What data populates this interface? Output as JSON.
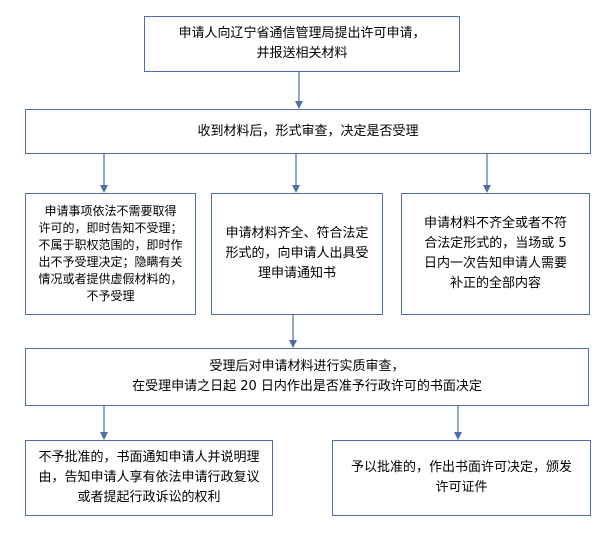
{
  "diagram": {
    "line_color": "#4f6fa5",
    "nodes": {
      "apply": {
        "lines": [
          "申请人向辽宁省通信管理局提出许可申请，",
          "并报送相关材料"
        ]
      },
      "review": {
        "lines": [
          "收到材料后，形式审查，决定是否受理"
        ]
      },
      "reject": {
        "lines": [
          "申请事项依法不需要取得",
          "许可的，即时告知不受理；",
          "不属于职权范围的，即时作",
          "出不予受理决定；隐瞒有关",
          "情况或者提供虚假材料的，",
          "不予受理"
        ]
      },
      "accept": {
        "lines": [
          "申请材料齐全、符合法定",
          "形式的，向申请人出具受",
          "理申请通知书"
        ]
      },
      "supplement": {
        "lines": [
          "申请材料不齐全或者不符",
          "合法定形式的，当场或 5",
          "日内一次告知申请人需要",
          "补正的全部内容"
        ]
      },
      "substantive": {
        "lines": [
          "受理后对申请材料进行实质审查，",
          "在受理申请之日起 20 日内作出是否准予行政许可的书面决定"
        ]
      },
      "deny": {
        "lines": [
          "不予批准的，书面通知申请人并说明理",
          "由，告知申请人享有依法申请行政复议",
          "或者提起行政诉讼的权利"
        ]
      },
      "approve": {
        "lines": [
          "予以批准的，作出书面许可决定，颁发",
          "许可证件"
        ]
      }
    }
  }
}
